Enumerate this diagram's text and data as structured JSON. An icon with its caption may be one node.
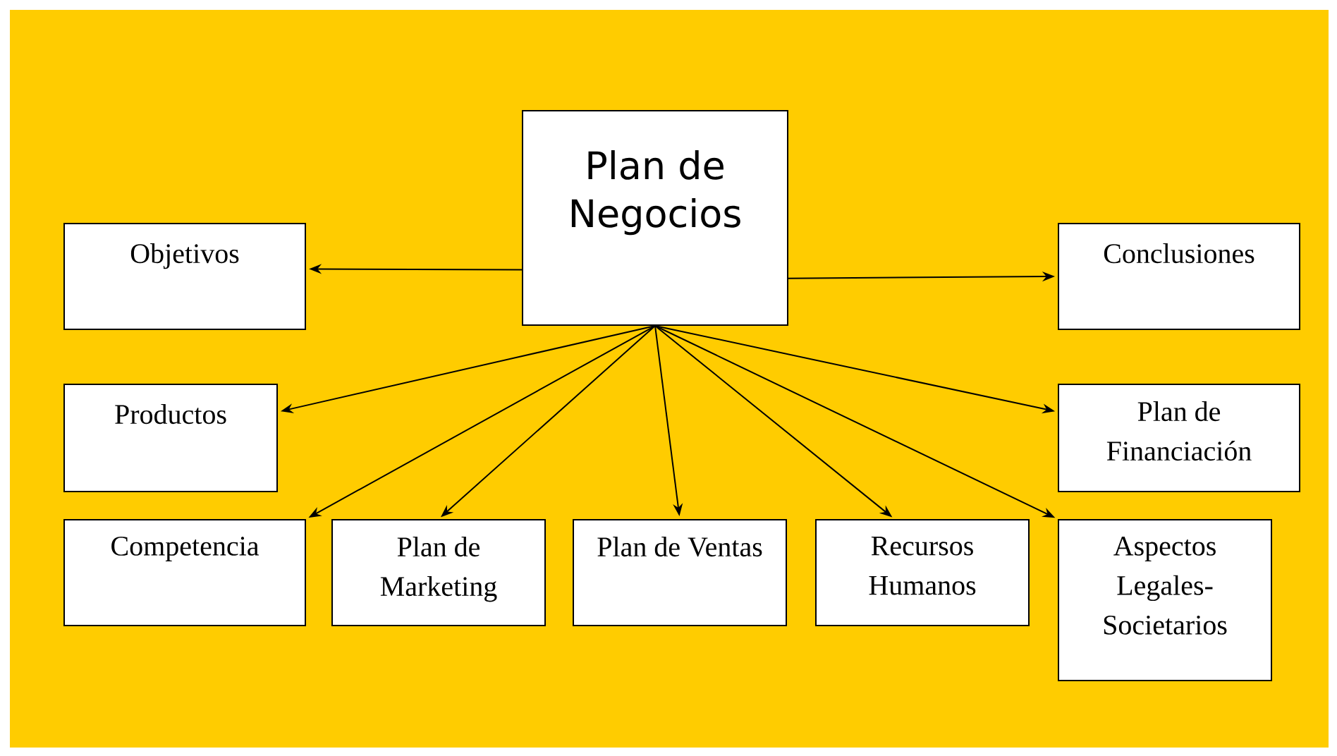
{
  "diagram": {
    "nodes": [
      {
        "text": [
          "Plan de Negocios"
        ]
      },
      {
        "text": [
          "Objetivos"
        ]
      },
      {
        "text": [
          "Conclusiones"
        ]
      },
      {
        "text": [
          "Productos"
        ]
      },
      {
        "text": [
          "Plan de Financiación"
        ]
      },
      {
        "text": [
          "Competencia"
        ]
      },
      {
        "text": [
          "Plan de Marketing"
        ]
      },
      {
        "text": [
          "Plan de Ventas"
        ]
      },
      {
        "text": [
          "Recursos Humanos"
        ]
      },
      {
        "text": [
          "Aspectos Legales-Societarios"
        ]
      }
    ],
    "edges": [
      {
        "from": 0,
        "to": 1,
        "arrow": "to"
      },
      {
        "from": 0,
        "to": 2,
        "arrow": "to"
      },
      {
        "from": 0,
        "to": 3,
        "arrow": "to"
      },
      {
        "from": 0,
        "to": 4,
        "arrow": "to"
      },
      {
        "from": 0,
        "to": 5,
        "arrow": "to"
      },
      {
        "from": 0,
        "to": 6,
        "arrow": "to"
      },
      {
        "from": 0,
        "to": 7,
        "arrow": "to"
      },
      {
        "from": 0,
        "to": 8,
        "arrow": "to"
      },
      {
        "from": 0,
        "to": 9,
        "arrow": "to"
      }
    ]
  }
}
